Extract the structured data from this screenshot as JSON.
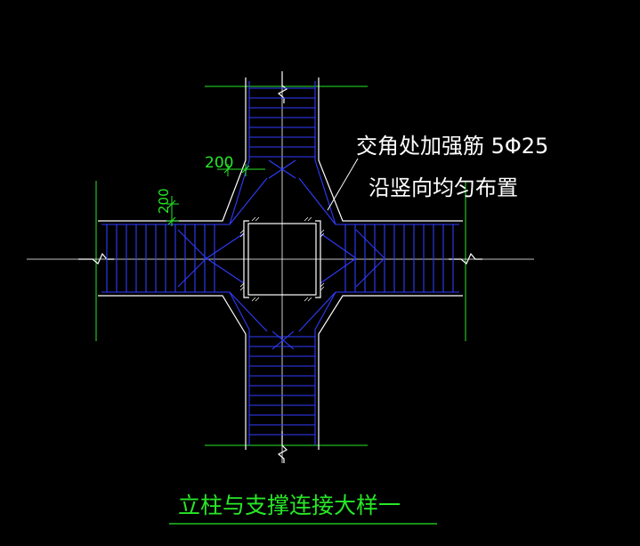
{
  "drawing": {
    "background": "#000000",
    "colors": {
      "outline": "#ffffff",
      "rebar": "#2f3cff",
      "centerline": "#ffffff",
      "extension": "#27e827",
      "steel_section": "#ffffff",
      "dimension": "#27e827"
    },
    "dimensions": {
      "horizontal": "200",
      "vertical": "200"
    },
    "annotation": {
      "line1": "交角处加强筋 5Φ25",
      "line2": "沿竖向均匀布置"
    },
    "title": "立柱与支撑连接大样一"
  }
}
